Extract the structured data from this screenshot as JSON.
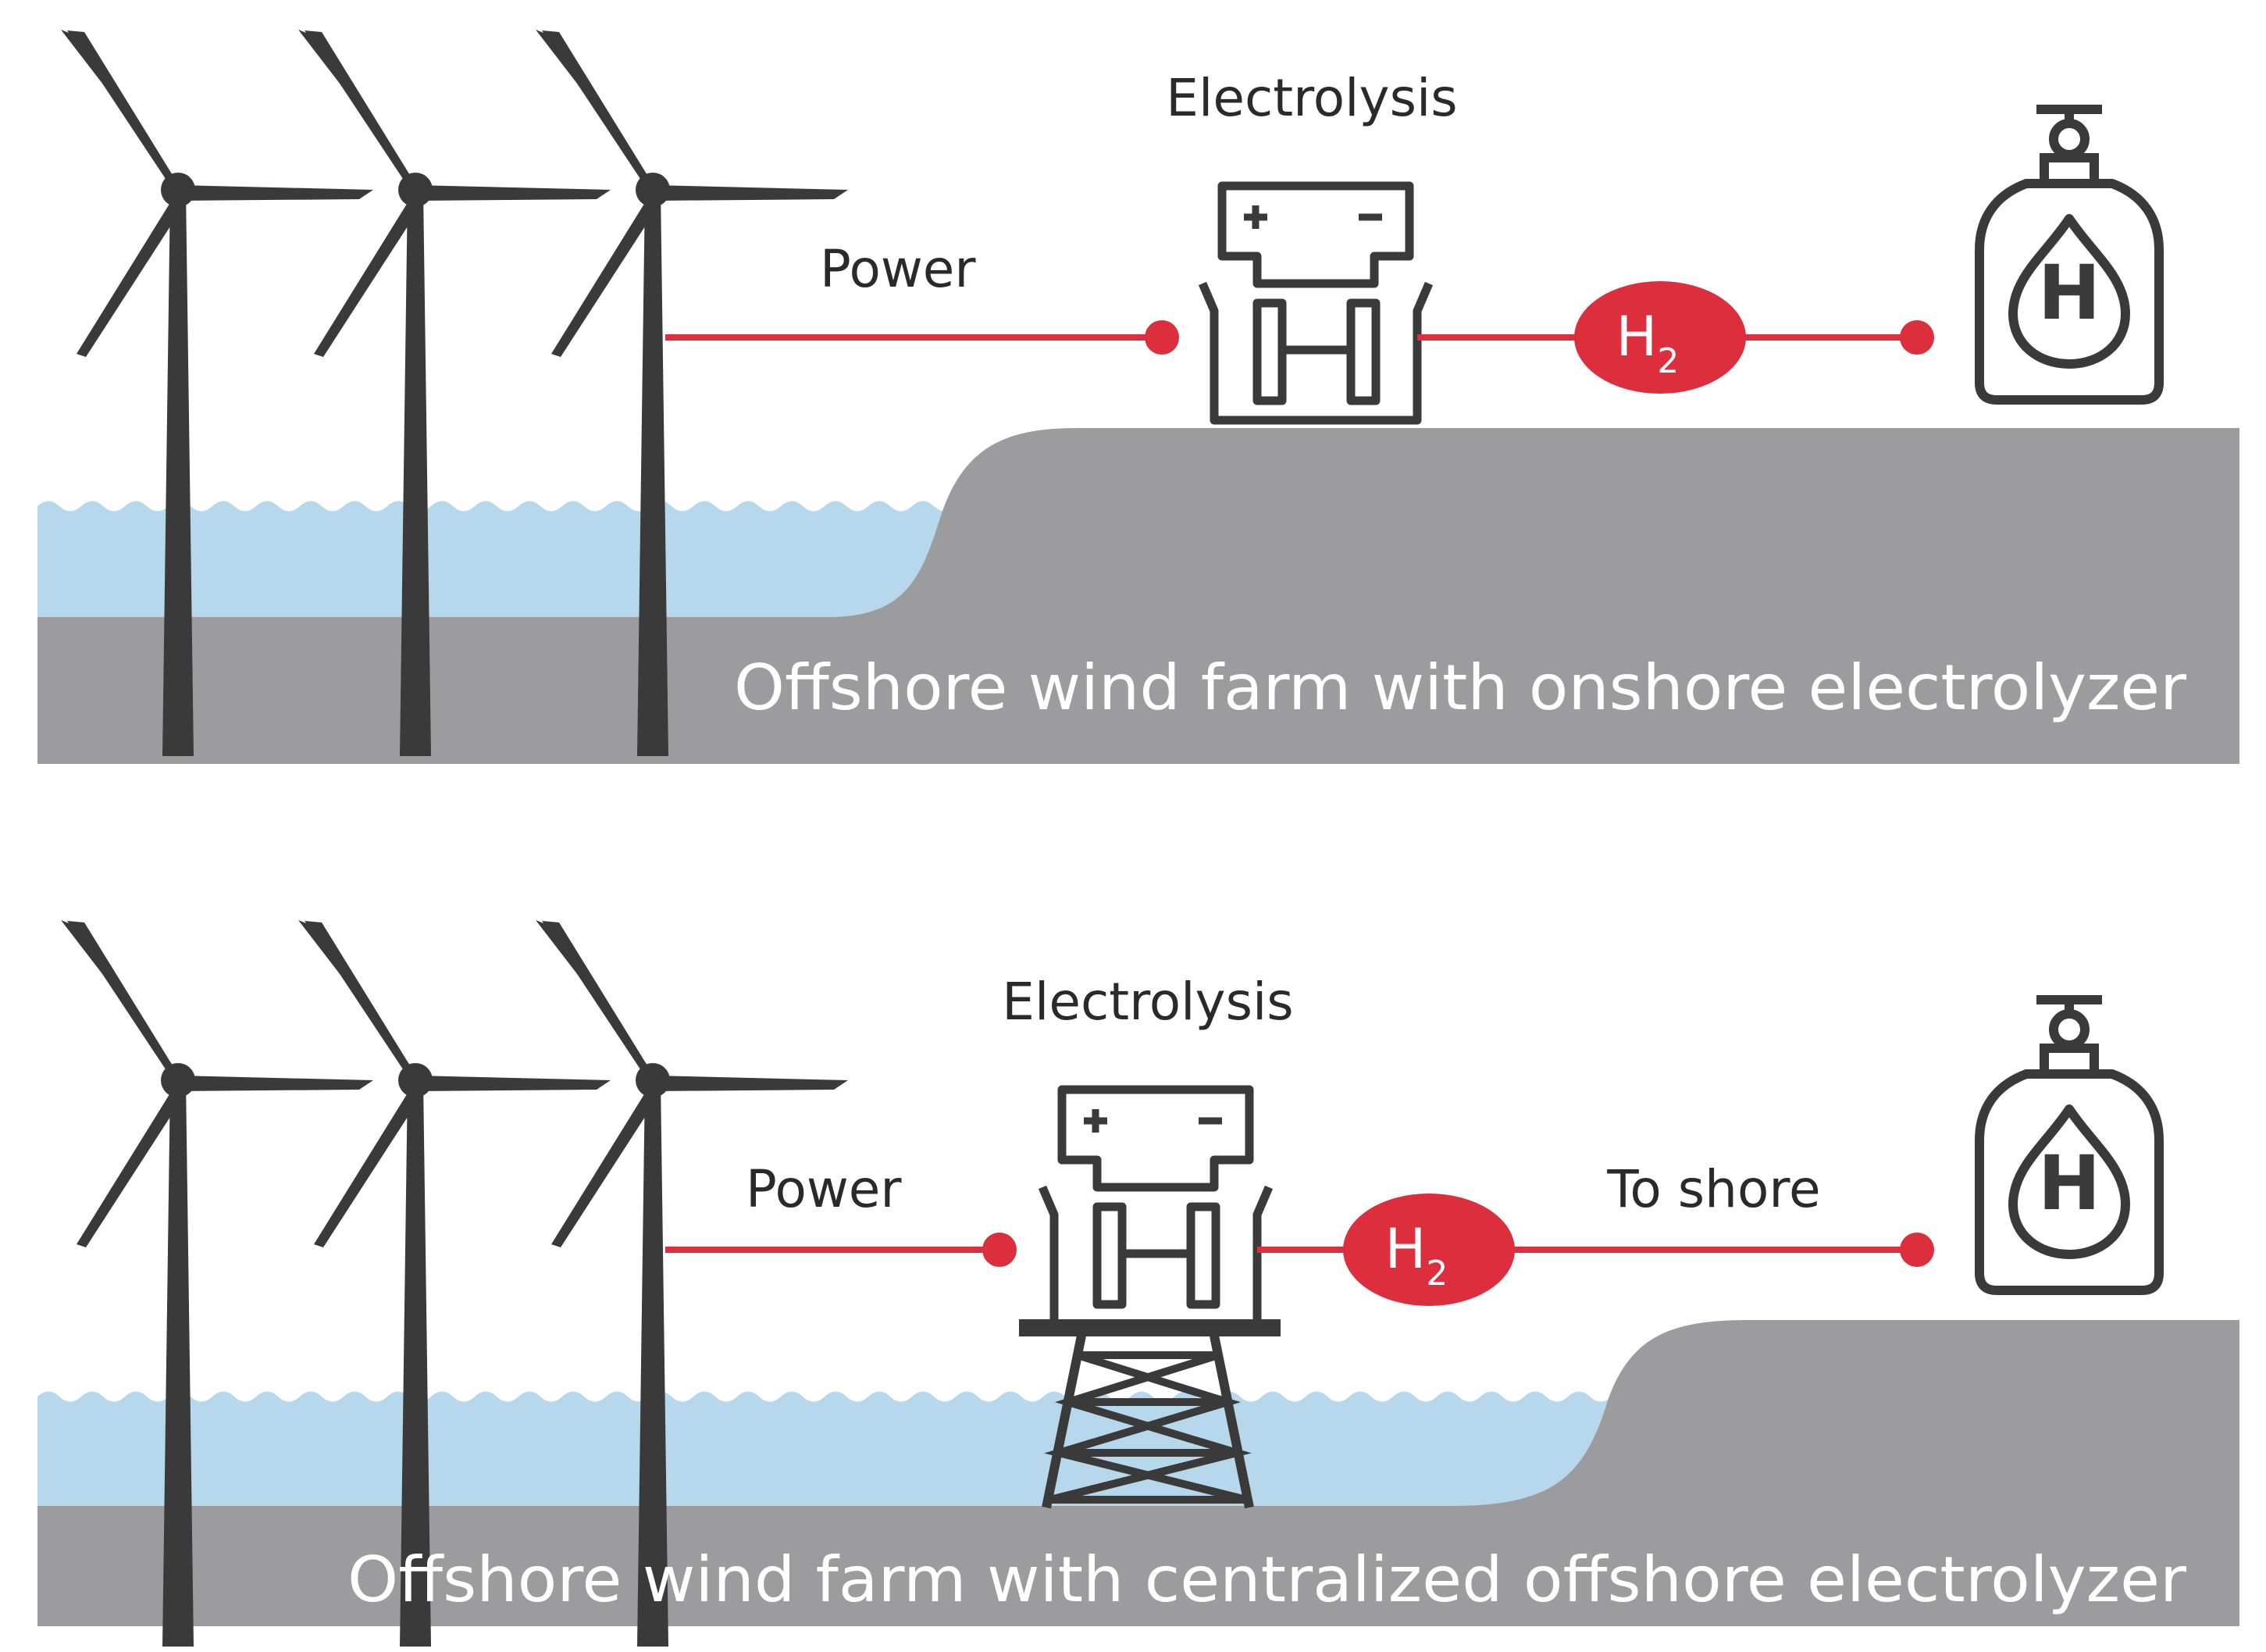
{
  "colors": {
    "ground": "#9c9c9e",
    "water": "#b6d7ec",
    "turbine": "#3a3a3a",
    "pipe": "#dc2e3c",
    "caption_text": "#ffffff"
  },
  "icons": [
    "wind-turbine-icon",
    "electrolyzer-icon",
    "hydrogen-tank-icon",
    "offshore-platform-icon"
  ],
  "panel_top": {
    "electrolysis_label": "Electrolysis",
    "power_label": "Power",
    "h2_main": "H",
    "h2_sub": "2",
    "tank_letter": "H",
    "caption": "Offshore wind farm with onshore electrolyzer"
  },
  "panel_bottom": {
    "electrolysis_label": "Electrolysis",
    "power_label": "Power",
    "h2_main": "H",
    "h2_sub": "2",
    "to_shore_label": "To shore",
    "tank_letter": "H",
    "caption": "Offshore wind farm with centralized offshore electrolyzer"
  }
}
